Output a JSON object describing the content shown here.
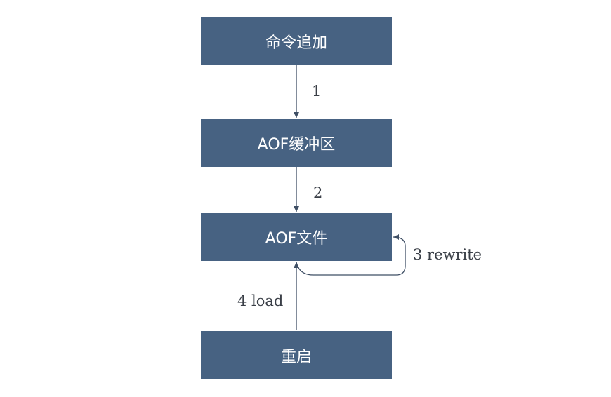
{
  "nodes": {
    "append": "命令追加",
    "buffer": "AOF缓冲区",
    "file": "AOF文件",
    "restart": "重启"
  },
  "edges": {
    "append_to_buffer": "1",
    "buffer_to_file": "2",
    "rewrite": "3 rewrite",
    "load": "4 load"
  },
  "colors": {
    "node_fill": "#476282",
    "node_text": "#ffffff",
    "line": "#3f4f65",
    "label": "#3a3f47"
  }
}
